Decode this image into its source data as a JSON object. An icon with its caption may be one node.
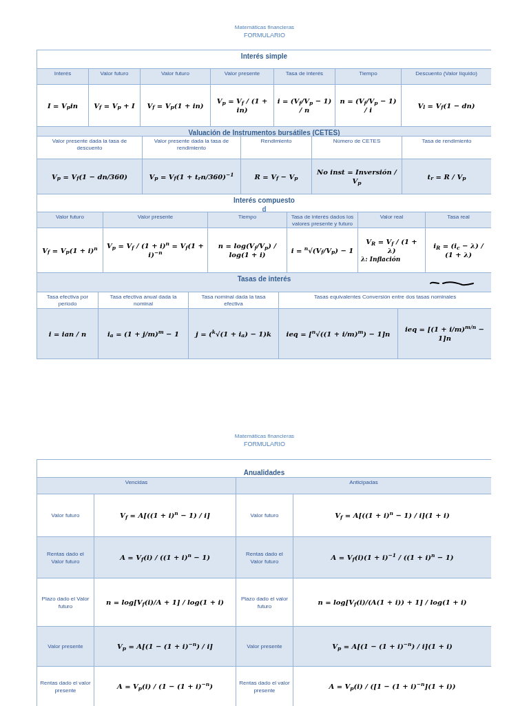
{
  "diagram": {
    "labels": [
      "Matemáticas financieras",
      "FORMULARIO",
      "Interés simple",
      "Interés",
      "Valor futuro",
      "Valor futuro",
      "Valor presente",
      "Tasa de interés",
      "Tiempo",
      "Descuento (Valor líquido)",
      "I = V$_{p}$in",
      "V$_{f}$ = V$_{p}$ + I",
      "V$_{f}$ = V$_{p}$(1 + in)",
      "V$_{p}$ = V$_{f}$ / (1 + in)",
      "i = (V$_{f}$/V$_{p}$ − 1) / n",
      "n = (V$_{f}$/V$_{p}$ − 1) / i",
      "V$_{l}$ = V$_{f}$(1 − dn)",
      "Valuación de Instrumentos bursátiles (CETES)",
      "Valor presente dada la tasa de descuento",
      "Valor presente dada la tasa de rendimiento",
      "Rendimiento",
      "Número de CETES",
      "Tasa de rendimiento",
      "V$_{p}$ = V$_{f}$(1 − dn/360)",
      "V$_{p}$ = V$_{f}$(1 + t$_{r}$n/360)$^{−1}$",
      "R = V$_{f}$ − V$_{p}$",
      "No inst = Inversión / V$_{p}$",
      "t$_{r}$ = R / V$_{p}$",
      "Interés compuesto",
      "d",
      "Valor futuro",
      "Valor presente",
      "Tiempo",
      "Tasa de interés dados los valores presente y futuro",
      "Valor real",
      "Tasa real",
      "V$_{f}$ = V$_{p}$(1 + i)$^{n}$",
      "V$_{p}$ = V$_{f}$ / (1 + i)$^{n}$ = V$_{f}$(1 + i)$^{−n}$",
      "n = log(V$_{f}$/V$_{p}$) / log(1 + i)",
      "i = $^{n}$√(V$_{f}$/V$_{p}$) − 1",
      "V$_{R}$ = V$_{f}$ / (1 + λ)",
      "λ: Inflación",
      "i$_{R}$ = (i$_{c}$ − λ) / (1 + λ)",
      "Tasas de interés",
      "Tasa efectiva por periodo",
      "Tasa efectiva anual dada la nominal",
      "Tasa nominal dada la tasa efectiva",
      "Tasas equivalentes Conversión entre dos tasas nominales",
      "i = ian / n",
      "i$_{a}$ = (1 + j/m)$^{m}$ − 1",
      "j = ($^{k}$√(1 + i$_{a}$) − 1)k",
      "ieq = [$^{n}$√((1 + i/m)$^{m}$) − 1]n",
      "ieq = [(1 + i/m)$^{m/n}$ − 1]n",
      "Matemáticas financieras",
      "FORMULARIO",
      "Anualidades",
      "Vencidas",
      "Anticipadas",
      "Valor futuro",
      "V$_{f}$ = A[((1 + i)$^{n}$ − 1) / i]",
      "Valor futuro",
      "V$_{f}$ = A[((1 + i)$^{n}$ − 1) / i](1 + i)",
      "Rentas dado el Valor futuro",
      "A = V$_{f}$(i) / ((1 + i)$^{n}$ − 1)",
      "Rentas dado el Valor futuro",
      "A = V$_{f}$(i)(1 + i)$^{−1}$ / ((1 + i)$^{n}$ − 1)",
      "Plazo dado el Valor futuro",
      "n = log[V$_{f}$(i)/A + 1] / log(1 + i)",
      "Plazo dado el valor futuro",
      "n = log[V$_{f}$(i)/(A(1 + i)) + 1] / log(1 + i)",
      "Valor presente",
      "V$_{p}$ = A[(1 − (1 + i)$^{−n}$) / i]",
      "Valor presente",
      "V$_{p}$ = A[(1 − (1 + i)$^{−n}$) / i](1 + i)",
      "Rentas dado el valor presente",
      "A = V$_{p}$(i) / (1 − (1 + i)$^{−n}$)",
      "Rentas dado el valor presente",
      "A = V$_{p}$(i) / ([1 − (1 + i)$^{−n}$](1 + i))"
    ]
  }
}
